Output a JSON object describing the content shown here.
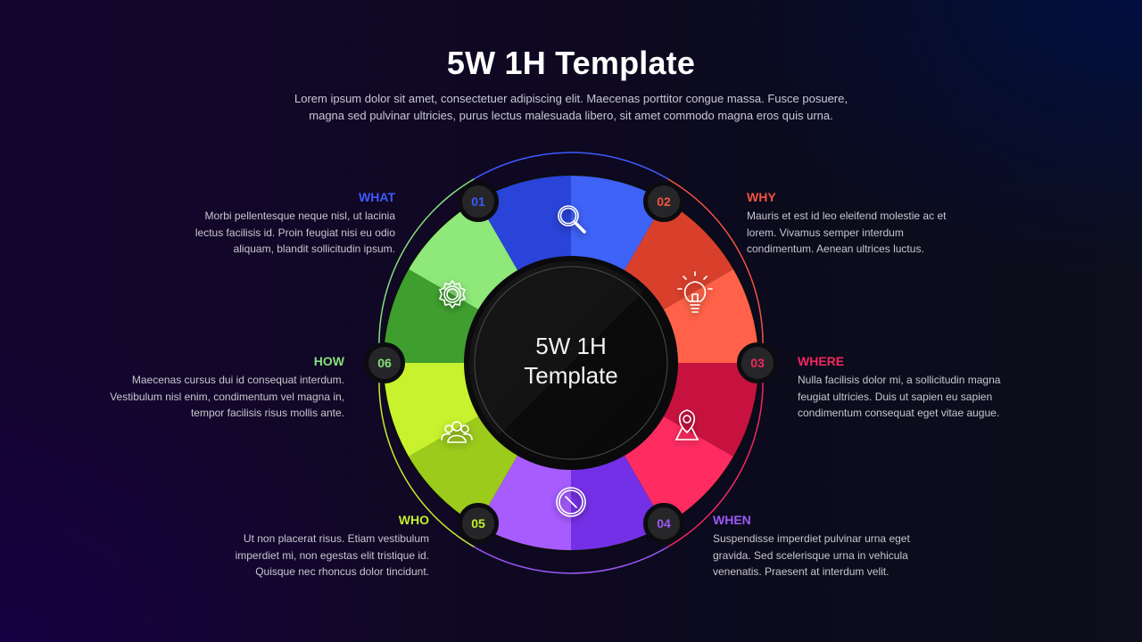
{
  "header": {
    "title": "5W 1H Template",
    "subtitle_line1": "Lorem ipsum dolor sit amet, consectetuer adipiscing elit. Maecenas porttitor congue massa. Fusce posuere,",
    "subtitle_line2": "magna sed pulvinar ultricies, purus lectus malesuada libero, sit amet commodo magna eros quis urna."
  },
  "center": {
    "line1": "5W 1H",
    "line2": "Template"
  },
  "items": [
    {
      "number": "01",
      "heading": "WHAT",
      "icon": "search-icon",
      "color": "#3d5afe",
      "body": "Morbi pellentesque neque nisl, ut lacinia lectus facilisis id. Proin feugiat nisi eu odio aliquam, blandit sollicitudin ipsum."
    },
    {
      "number": "02",
      "heading": "WHY",
      "icon": "lightbulb-icon",
      "color": "#f2553f",
      "body": "Mauris et est id leo eleifend molestie ac et lorem. Vivamus semper interdum condimentum. Aenean ultrices luctus."
    },
    {
      "number": "03",
      "heading": "WHERE",
      "icon": "location-pin-icon",
      "color": "#f2285e",
      "body": "Nulla facilisis dolor mi, a sollicitudin magna feugiat ultricies. Duis ut sapien eu sapien condimentum consequat eget vitae augue."
    },
    {
      "number": "04",
      "heading": "WHEN",
      "icon": "clock-icon",
      "color": "#9b59f5",
      "body": "Suspendisse imperdiet pulvinar urna eget gravida. Sed scelerisque urna in vehicula venenatis. Praesent at interdum velit."
    },
    {
      "number": "05",
      "heading": "WHO",
      "icon": "users-icon",
      "color": "#c3ef2a",
      "body": "Ut non placerat risus. Etiam vestibulum imperdiet mi, non egestas elit tristique id. Quisque nec rhoncus dolor tincidunt."
    },
    {
      "number": "06",
      "heading": "HOW",
      "icon": "gear-icon",
      "color": "#86e07a",
      "body": "Maecenas cursus dui id consequat interdum. Vestibulum nisl enim, condimentum vel magna in, tempor facilisis risus mollis ante."
    }
  ]
}
